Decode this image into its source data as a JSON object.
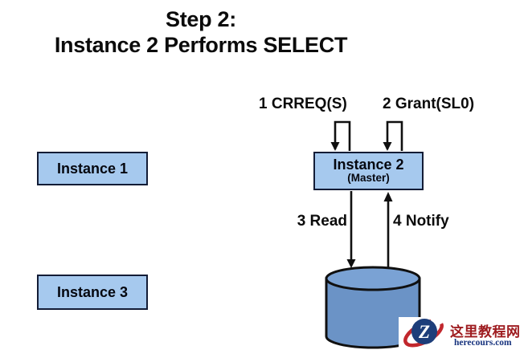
{
  "title": {
    "line1": "Step 2:",
    "line2": "Instance 2 Performs SELECT"
  },
  "diagram": {
    "nodes": {
      "instance1": {
        "label": "Instance 1"
      },
      "instance2": {
        "label": "Instance 2",
        "sublabel": "(Master)"
      },
      "instance3": {
        "label": "Instance 3"
      },
      "database": {
        "shape": "cylinder"
      }
    },
    "messages": [
      {
        "label": "1 CRREQ(S)",
        "direction": "self-loop into Instance 2 top"
      },
      {
        "label": "2 Grant(SL0)",
        "direction": "self-loop into Instance 2 top"
      },
      {
        "label": "3 Read",
        "direction": "Instance 2 down to database"
      },
      {
        "label": "4 Notify",
        "direction": "database up to Instance 2"
      }
    ]
  },
  "watermark": {
    "site_name": "这里教程网",
    "site_url": "herecours.com",
    "logo_letter": "Z"
  },
  "colors": {
    "background": "#ffffff",
    "box_fill": "#a6c9ee",
    "box_border": "#131c36",
    "cylinder_body": "#6b93c6",
    "cylinder_top": "#7aa2d4",
    "arrow_line": "#101010",
    "title_text": "#0b0b0b",
    "watermark_name": "#9e1c20",
    "watermark_url": "#17337e",
    "logo_ring": "#c1272d",
    "logo_circle": "#1d3e7a"
  }
}
